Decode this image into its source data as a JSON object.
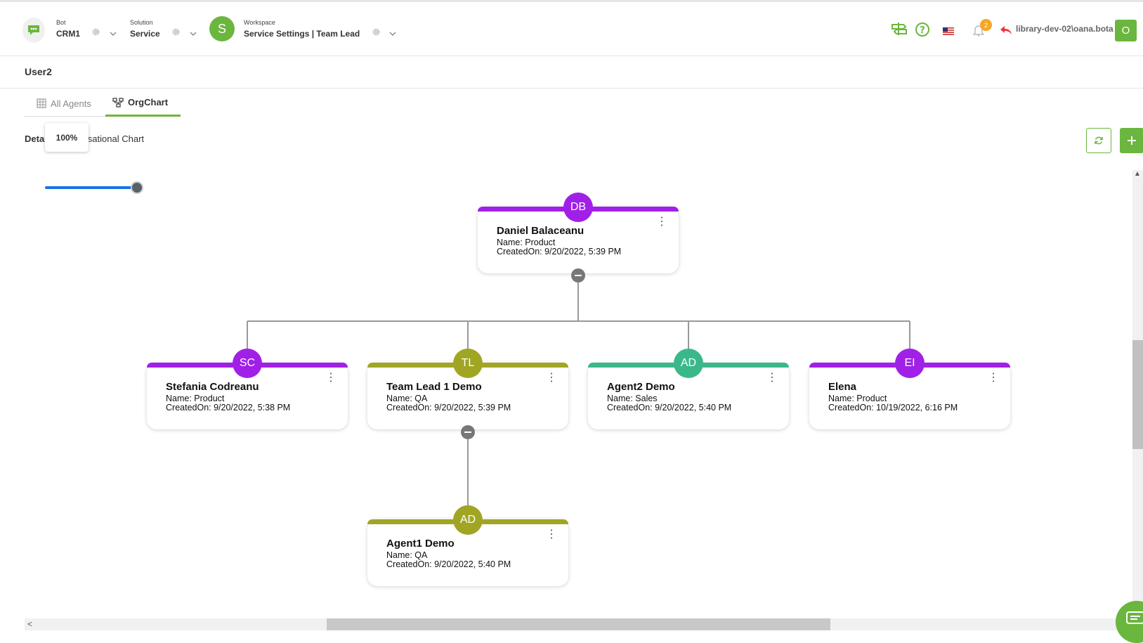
{
  "header": {
    "bot": {
      "label": "Bot",
      "value": "CRM1"
    },
    "solution": {
      "label": "Solution",
      "value": "Service"
    },
    "workspace": {
      "avatar": "S",
      "label": "Workspace",
      "value": "Service Settings | Team Lead"
    },
    "notifications_count": "2",
    "user_path": "library-dev-02\\oana.bota",
    "user_avatar": "O",
    "accent_color": "#6bb63e"
  },
  "page": {
    "title": "User2",
    "tabs": [
      {
        "label": "All Agents",
        "icon": "grid-icon"
      },
      {
        "label": "OrgChart",
        "icon": "orgchart-icon"
      }
    ],
    "details_bold": "Detai",
    "details_rest": "sational Chart",
    "zoom_label": "100%",
    "zoom_level": 1.0
  },
  "orgchart": {
    "nodes": [
      {
        "initials": "DB",
        "name": "Daniel Balaceanu",
        "dept": "Name: Product",
        "created": "CreatedOn: 9/20/2022, 5:39 PM",
        "color": "#a020e8"
      },
      {
        "initials": "SC",
        "name": "Stefania Codreanu",
        "dept": "Name: Product",
        "created": "CreatedOn: 9/20/2022, 5:38 PM",
        "color": "#a020e8"
      },
      {
        "initials": "TL",
        "name": "Team Lead 1 Demo",
        "dept": "Name: QA",
        "created": "CreatedOn: 9/20/2022, 5:39 PM",
        "color": "#a0a623"
      },
      {
        "initials": "AD",
        "name": "Agent2 Demo",
        "dept": "Name: Sales",
        "created": "CreatedOn: 9/20/2022, 5:40 PM",
        "color": "#3bb88a"
      },
      {
        "initials": "EI",
        "name": "Elena",
        "dept": "Name: Product",
        "created": "CreatedOn: 10/19/2022, 6:16 PM",
        "color": "#a020e8"
      },
      {
        "initials": "AD",
        "name": "Agent1 Demo",
        "dept": "Name: QA",
        "created": "CreatedOn: 9/20/2022, 5:40 PM",
        "color": "#a0a623"
      }
    ]
  }
}
